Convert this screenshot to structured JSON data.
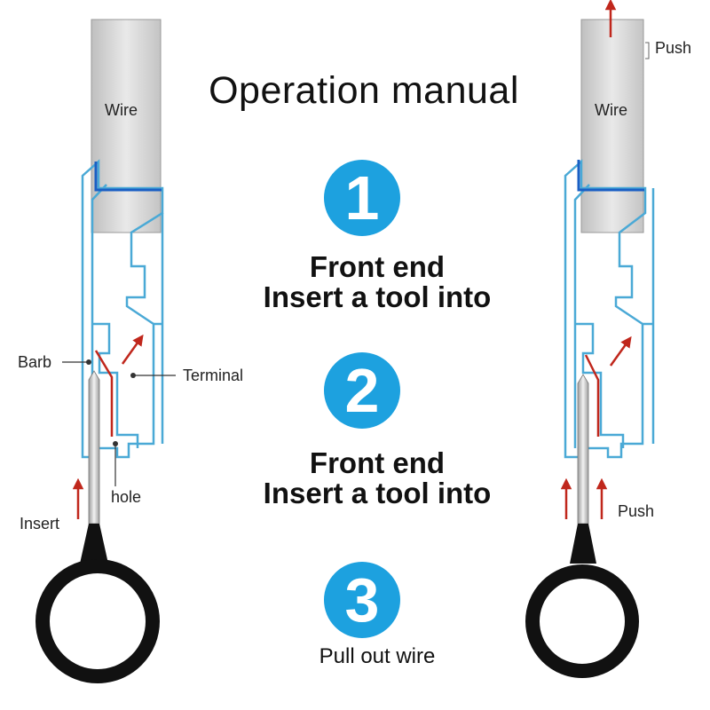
{
  "title": "Operation manual",
  "steps": [
    {
      "number": "1",
      "lines": [
        "Front end",
        "Insert a tool into"
      ]
    },
    {
      "number": "2",
      "lines": [
        "Front end",
        "Insert a tool into"
      ]
    },
    {
      "number": "3",
      "lines": [
        "Pull out wire"
      ]
    }
  ],
  "left_diagram": {
    "wire": "Wire",
    "barb": "Barb",
    "terminal": "Terminal",
    "hole": "hole",
    "insert": "Insert"
  },
  "right_diagram": {
    "wire": "Wire",
    "push_top": "Push",
    "push_bottom": "Push"
  },
  "colors": {
    "accent_blue": "#1da1df",
    "connector_outline": "#4aa9d6",
    "arrow_red": "#c0271c",
    "tool_black": "#111111"
  }
}
